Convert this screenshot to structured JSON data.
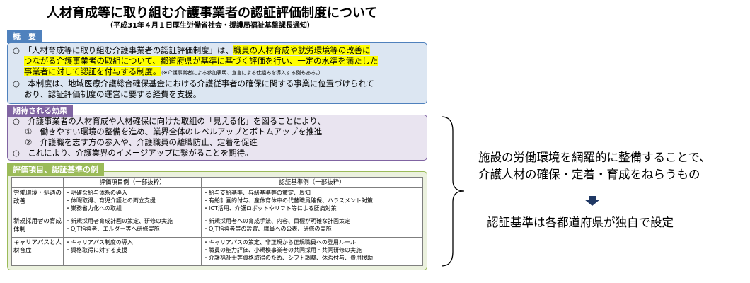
{
  "title": "人材育成等に取り組む介護事業者の認証評価制度について",
  "subtitle": "（平成31年４月１日厚生労働省社会・援護局福祉基盤課長通知）",
  "overview": {
    "label": "概　要",
    "line1_a": "○　「人材育成等に取り組む介護事業者の認証評価制度」は、",
    "line1_b": "職員の人材育成や就労環境等の改善に",
    "line2": "つながる介護事業者の取組について、都道府県が基準に基づく評価を行い、一定の水準を満たした",
    "line3": "事業者に対して認証を付与する制度。",
    "line3_note": "（※介護事業者による参加表明、宣言による仕組みを導入する例もある。）",
    "line4": "○　本制度は、地域医療介護総合確保基金における介護従事者の確保に関する事業に位置づけられて",
    "line5": "おり、認証評価制度の運営に要する経費を支援。"
  },
  "effects": {
    "label": "期待される効果",
    "lines": [
      "○　介護事業者の人材育成や人材確保に向けた取組の「見える化」を図ることにより、",
      "①　働きやすい環境の整備を進め、業界全体のレベルアップとボトムアップを推進",
      "②　介護職を志す方の参入や、介護職員の離職防止、定着を促進",
      "○　これにより、介護業界のイメージアップに繋がることを期待。"
    ]
  },
  "criteria": {
    "label": "評価項目、認証基準の例",
    "col_items": "評価項目例（一部抜粋）",
    "col_standards": "認証基準例（一部抜粋）",
    "rows": [
      {
        "category": "労働環境・処遇の改善",
        "items": [
          "・明確な給与体系の導入",
          "・休暇取得、育児介護との両立支援",
          "・業務省力化への取組"
        ],
        "standards": [
          "・給与支給基準、昇級基準等の策定、周知",
          "・有給計画的付与、産休育休中の代替職員確保、ハラスメント対策",
          "・ICT活用、介護ロボットやリフト等による腰痛対策"
        ]
      },
      {
        "category": "新規採用者の育成体制",
        "items": [
          "・新規採用者育成計画の策定、研修の実施",
          "・OJT指導者、エルダー等へ研修実施"
        ],
        "standards": [
          "・新規採用者への育成手法、内容、目標が明確な計画策定",
          "・OJT指導者等の設置、職員への公表、研修の実施"
        ]
      },
      {
        "category": "キャリアパスと人材育成",
        "items": [
          "・キャリアパス制度の導入",
          "・資格取得に対する支援"
        ],
        "standards": [
          "・キャリアパスの策定、非正規から正規職員への登用ルール",
          "・職員の能力評価、小規模事業者の共同採用・共同研修の実施",
          "・介護福祉士等資格取得のため、シフト調整、休暇付与、費用援助"
        ]
      }
    ]
  },
  "side": {
    "line1": "施設の労働環境を網羅的に整備することで、",
    "line2": "介護人材の確保・定着・育成をねらうもの",
    "line3": "認証基準は各都道府県が独自で設定"
  },
  "colors": {
    "overview": "#4f81bd",
    "effects": "#8064a2",
    "criteria": "#9bbb59",
    "highlight": "#ffff00",
    "arrow": "#1f3864"
  },
  "icons": {
    "brace": "right-curly-brace",
    "arrow": "down-arrow-icon"
  }
}
